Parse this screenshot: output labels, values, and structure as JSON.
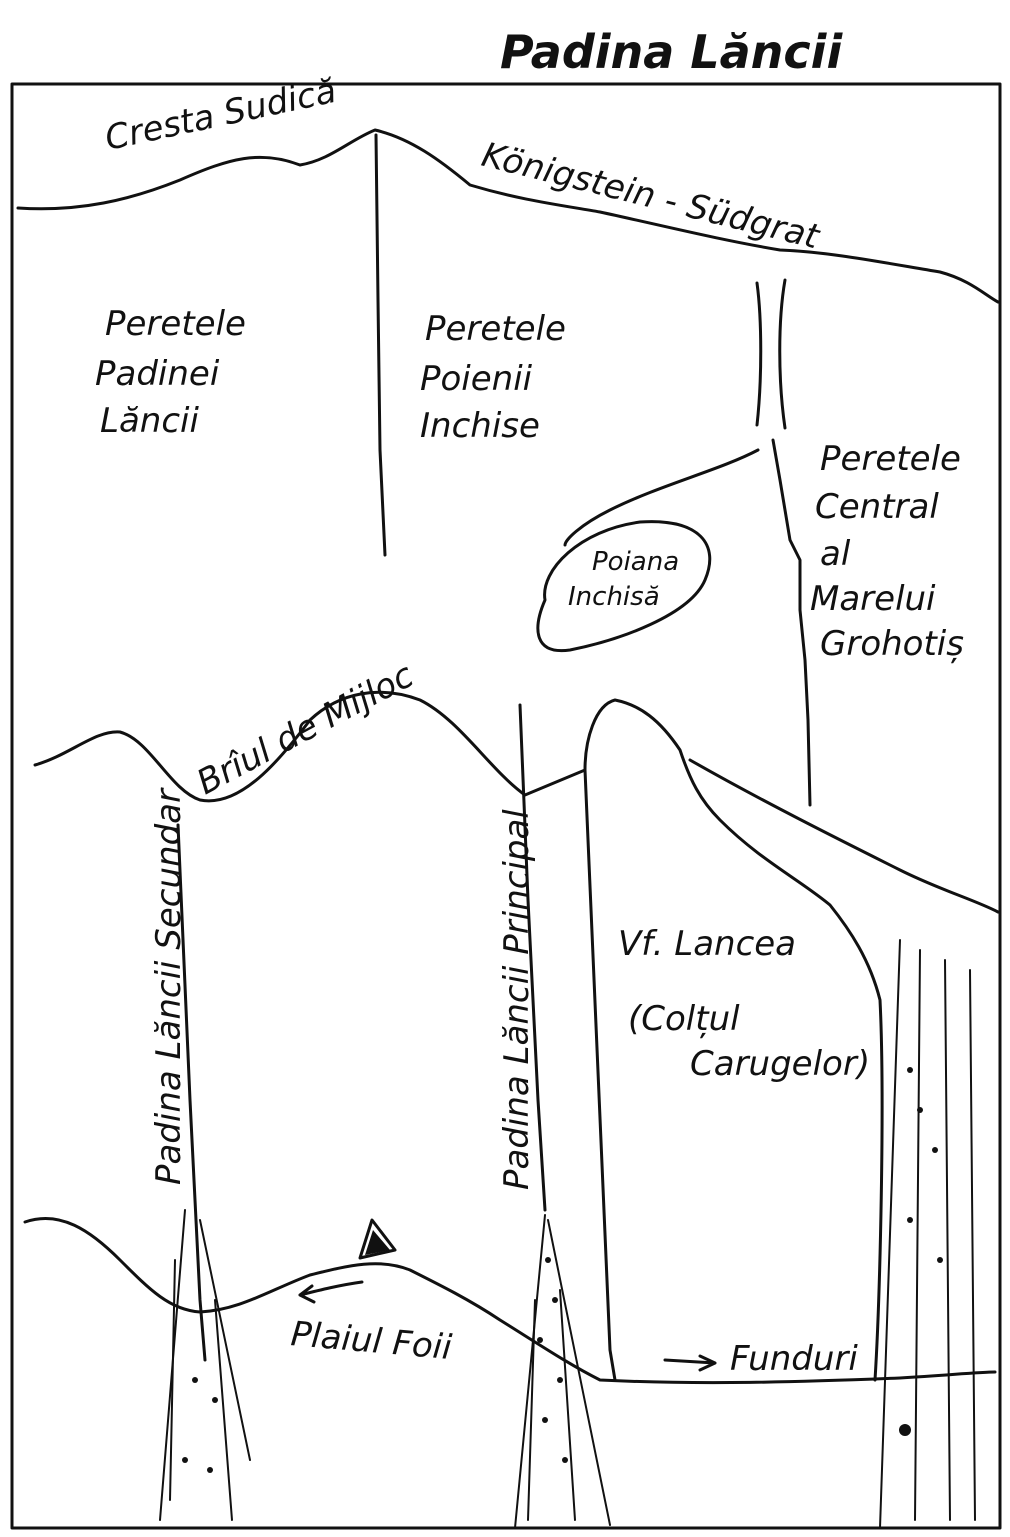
{
  "title": "Padina Lăncii",
  "labels": {
    "cresta_sudica": "Cresta Sudică",
    "konigstein": "Königstein - Südgrat",
    "peretele_padinei": [
      "Peretele",
      "Padinei",
      "Lăncii"
    ],
    "peretele_poienii": [
      "Peretele",
      "Poienii",
      "Inchise"
    ],
    "peretele_central": [
      "Peretele",
      "Central",
      "al",
      "Marelui",
      "Grohotiș"
    ],
    "poiana_inchisa": [
      "Poiana",
      "Inchisă"
    ],
    "briul_de_mijloc": "Brîul de Mijloc",
    "padina_secundar": "Padina Lăncii Secundar",
    "padina_principal": "Padina Lăncii Principal",
    "vf_lancea": [
      "Vf. Lancea",
      "(Colțul",
      "Carugelor)"
    ],
    "plaiul_foii": "Plaiul Foii",
    "funduri": "Funduri"
  }
}
